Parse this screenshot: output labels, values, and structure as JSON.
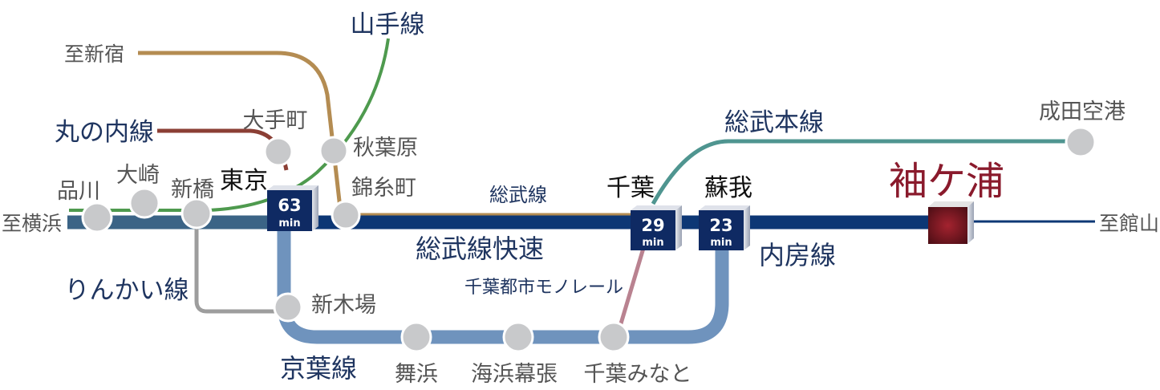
{
  "destination": {
    "label": "袖ケ浦"
  },
  "edge_labels": {
    "yokohama": "至横浜",
    "shinjuku": "至新宿",
    "tateyama": "至館山"
  },
  "lines": {
    "yamanote": "山手線",
    "marunouchi": "丸の内線",
    "sobu_main": "総武本線",
    "sobu_local": "総武線",
    "sobu_rapid": "総武線快速",
    "uchibo": "内房線",
    "rinkai": "りんかい線",
    "keiyo": "京葉線",
    "chiba_monorail": "千葉都市モノレール"
  },
  "stations": {
    "shinagawa": "品川",
    "osaki": "大崎",
    "shimbashi": "新橋",
    "tokyo": "東京",
    "otemachi": "大手町",
    "akihabara": "秋葉原",
    "kinshicho": "錦糸町",
    "chiba": "千葉",
    "soga": "蘇我",
    "narita_airport": "成田空港",
    "shinkiba": "新木場",
    "maihama": "舞浜",
    "kaihin_makuhari": "海浜幕張",
    "chiba_minato": "千葉みなと"
  },
  "travel_times": {
    "tokyo": {
      "value": "63",
      "unit": "min"
    },
    "chiba": {
      "value": "29",
      "unit": "min"
    },
    "soga": {
      "value": "23",
      "unit": "min"
    }
  },
  "colors": {
    "sobu_rapid": "#0d3775",
    "sobu_rapid_west": "#3b6486",
    "keiyo": "#6f93bd",
    "yamanote": "#4e9a4e",
    "marunouchi": "#8b3f35",
    "sobu_local": "#b48c52",
    "sobu_main": "#4f9590",
    "rinkai": "#9d9d9d",
    "monorail": "#b98290",
    "destination": "#8a1a2c",
    "time_box": "#0f2a63",
    "station": "#c8c9cb"
  }
}
